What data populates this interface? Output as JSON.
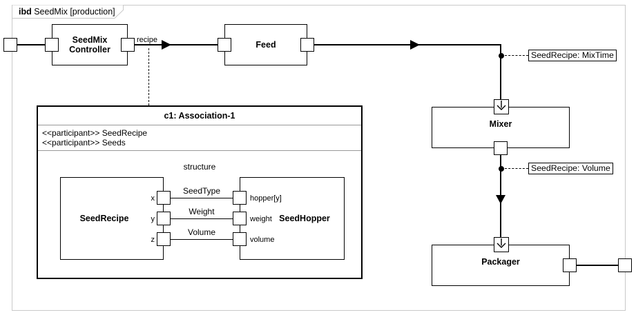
{
  "frame": {
    "keyword": "ibd",
    "title": " SeedMix [production]"
  },
  "blocks": {
    "controller": {
      "label": "SeedMix Controller"
    },
    "feed": {
      "label": "Feed"
    },
    "mixer": {
      "label": "Mixer"
    },
    "packager": {
      "label": "Packager"
    }
  },
  "labels": {
    "recipe": "recipe"
  },
  "callouts": {
    "mixtime": {
      "text": "SeedRecipe: MixTime"
    },
    "volume": {
      "text": "SeedRecipe: Volume"
    }
  },
  "association": {
    "title": "c1: Association-1",
    "participants": [
      "<<participant>> SeedRecipe",
      "<<participant>> Seeds"
    ],
    "compartment": "structure",
    "seed_recipe": {
      "label": "SeedRecipe",
      "ports": [
        "x",
        "y",
        "z"
      ]
    },
    "seed_hopper": {
      "label": "SeedHopper",
      "ports": [
        "hopper[y]",
        "weight",
        "volume"
      ]
    },
    "connectors": [
      "SeedType",
      "Weight",
      "Volume"
    ]
  },
  "colors": {
    "stroke": "#000000",
    "frame_border": "#c9c9c9",
    "compartment_separator": "#999999",
    "background": "#ffffff"
  }
}
